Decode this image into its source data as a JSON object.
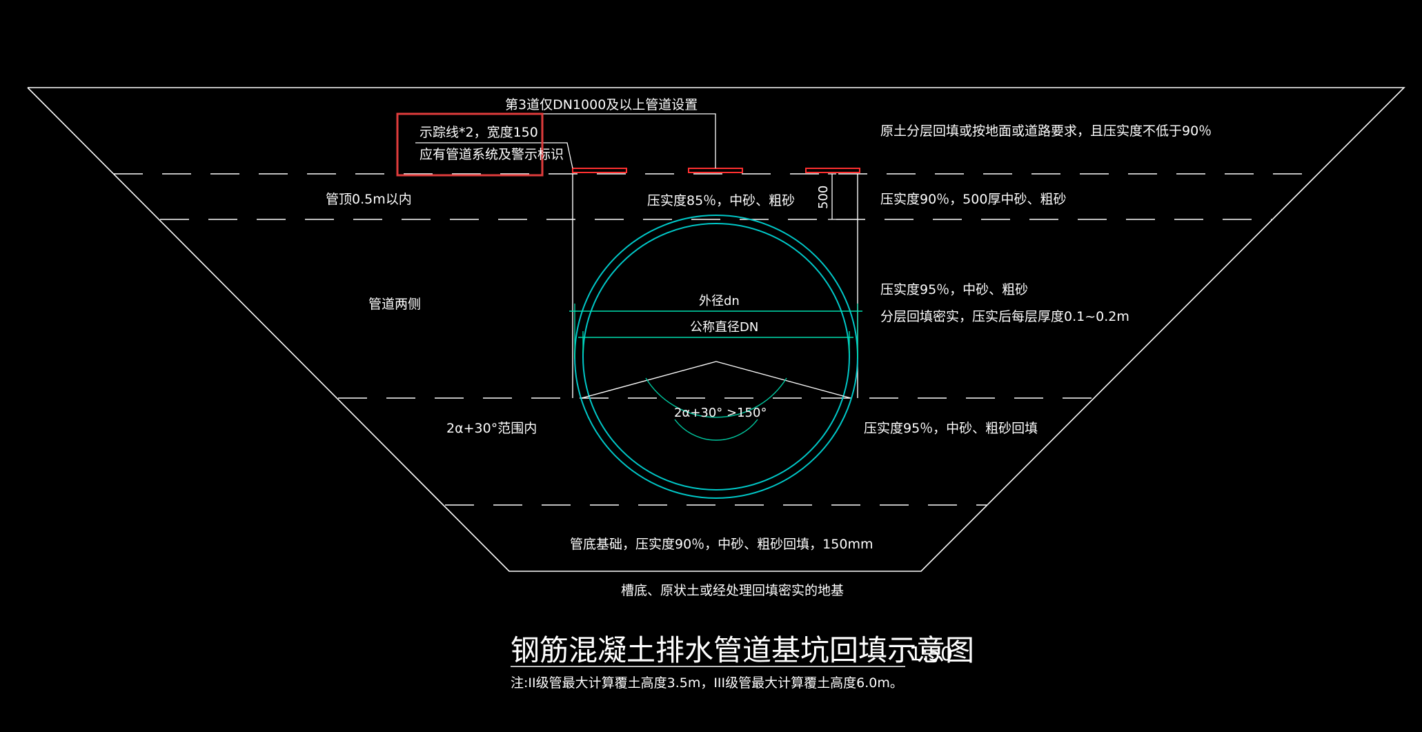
{
  "colors": {
    "background": "#000000",
    "lines": "#ffffff",
    "pipe": "#00c8c8",
    "dimension": "#00e0b0",
    "warning_strip": "#ff3030",
    "highlight_box": "#e03c3c"
  },
  "labels": {
    "warning_band_note": "第3道仅DN1000及以上管道设置",
    "tape_spec": "示踪线*2，宽度150",
    "tape_requirement": "应有管道系统及警示标识",
    "top_backfill_right": "原土分层回填或按地面或道路要求，且压实度不低于90％",
    "top_zone_left": "管顶0.5m以内",
    "top_zone_center": "压实度85％，中砂、粗砂",
    "top_zone_dim": "500",
    "top_zone_right": "压实度90％，500厚中砂、粗砂",
    "side_zone_left": "管道两侧",
    "outer_diameter": "外径dn",
    "nominal_diameter": "公称直径DN",
    "side_zone_right_1": "压实度95％，中砂、粗砂",
    "side_zone_right_2": "分层回填密实，压实后每层厚度0.1~0.2m",
    "bed_angle": "2α+30° >150°",
    "haunch_zone_left": "2α+30°范围内",
    "haunch_zone_right": "压实度95％，中砂、粗砂回填",
    "base_zone": "管底基础，压实度90％，中砂、粗砂回填，150mm",
    "trench_bottom": "槽底、原状土或经处理回填密实的地基"
  },
  "title": {
    "text": "钢筋混凝土排水管道基坑回填示意图",
    "scale": "1:50",
    "note": "注:II级管最大计算覆土高度3.5m，III级管最大计算覆土高度6.0m。"
  }
}
